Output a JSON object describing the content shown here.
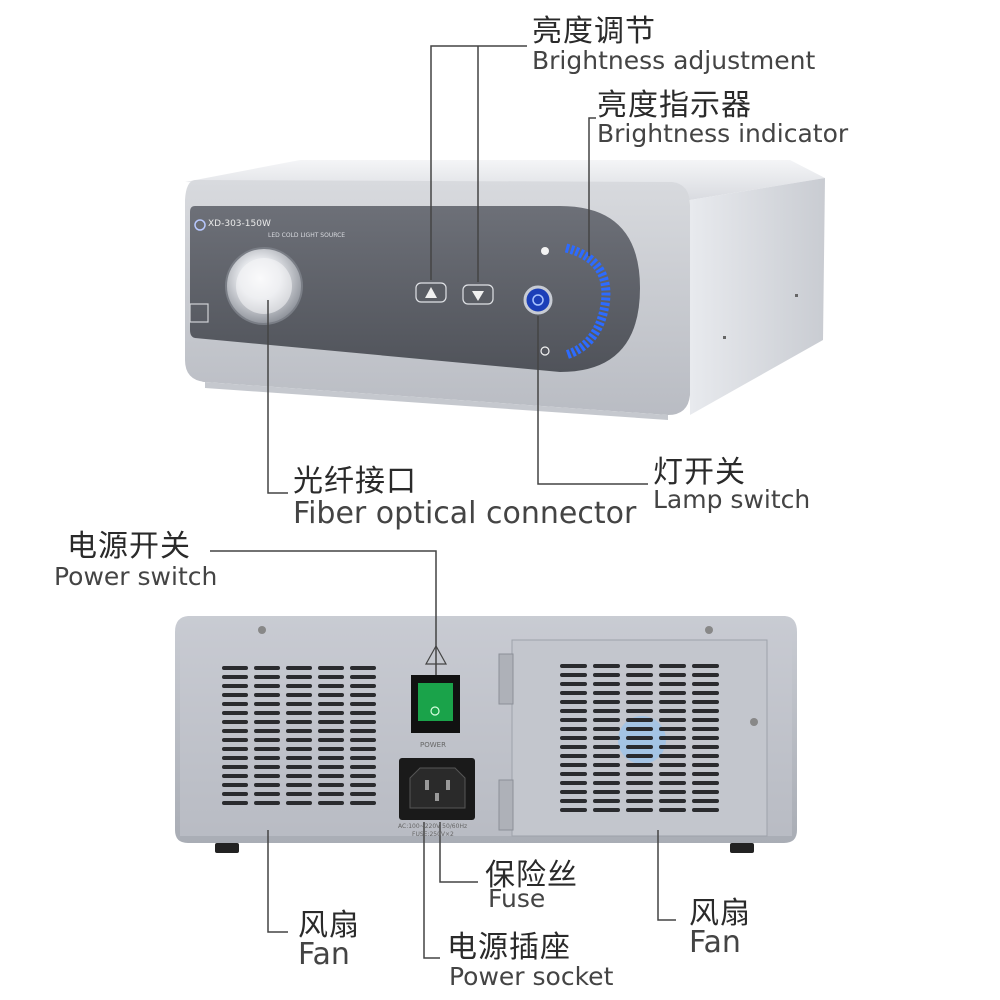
{
  "front": {
    "model": "XD-303-150W",
    "subtitle": "LED COLD LIGHT SOURCE"
  },
  "back": {
    "power_label": "POWER",
    "spec_line1": "AC:100~220V 50/60Hz",
    "spec_line2": "FUSE:250V×2"
  },
  "labels": {
    "brightness_adjustment": {
      "cn": "亮度调节",
      "en": "Brightness adjustment"
    },
    "brightness_indicator": {
      "cn": "亮度指示器",
      "en": "Brightness indicator"
    },
    "fiber_connector": {
      "cn": "光纤接口",
      "en": "Fiber optical connector"
    },
    "lamp_switch": {
      "cn": "灯开关",
      "en": "Lamp switch"
    },
    "power_switch": {
      "cn": "电源开关",
      "en": "Power switch"
    },
    "fuse": {
      "cn": "保险丝",
      "en": "Fuse"
    },
    "fan_left": {
      "cn": "风扇",
      "en": "Fan"
    },
    "power_socket": {
      "cn": "电源插座",
      "en": "Power socket"
    },
    "fan_right": {
      "cn": "风扇",
      "en": "Fan"
    }
  },
  "colors": {
    "panel": "#5f636b",
    "body": "#e3e5ea",
    "led": "#2d6bff",
    "switch_green": "#1aa34a"
  }
}
